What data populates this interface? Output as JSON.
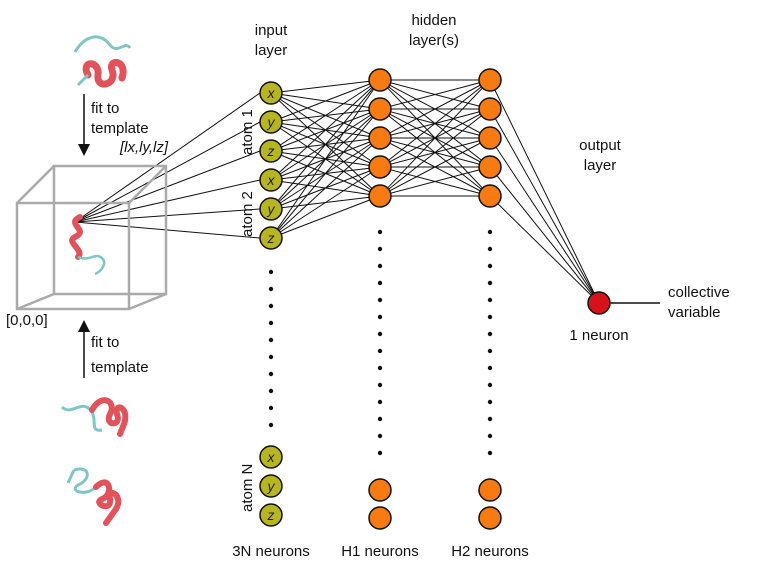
{
  "labels": {
    "input_layer": [
      "input",
      "layer"
    ],
    "hidden_layers": [
      "hidden",
      "layer(s)"
    ],
    "output_layer": [
      "output",
      "layer"
    ],
    "fit_top": [
      "fit to",
      "template"
    ],
    "fit_bottom": [
      "fit to",
      "template"
    ],
    "box_corner_top": "[lx,ly,lz]",
    "box_corner_bottom": "[0,0,0]",
    "atom1": "atom 1",
    "atom2": "atom 2",
    "atomN": "atom N",
    "output_neuron": "1 neuron",
    "collective": [
      "collective",
      "variable"
    ],
    "input_count": "3N neurons",
    "h1_count": "H1 neurons",
    "h2_count": "H2 neurons"
  },
  "input_node_letters": [
    "x",
    "y",
    "z",
    "x",
    "y",
    "z",
    "x",
    "y",
    "z"
  ],
  "colors": {
    "input_node": "#b7b520",
    "hidden_node": "#f77b12",
    "output_node": "#d8121b",
    "protein_helix": "#e0535a",
    "protein_coil": "#7fc6c6"
  }
}
